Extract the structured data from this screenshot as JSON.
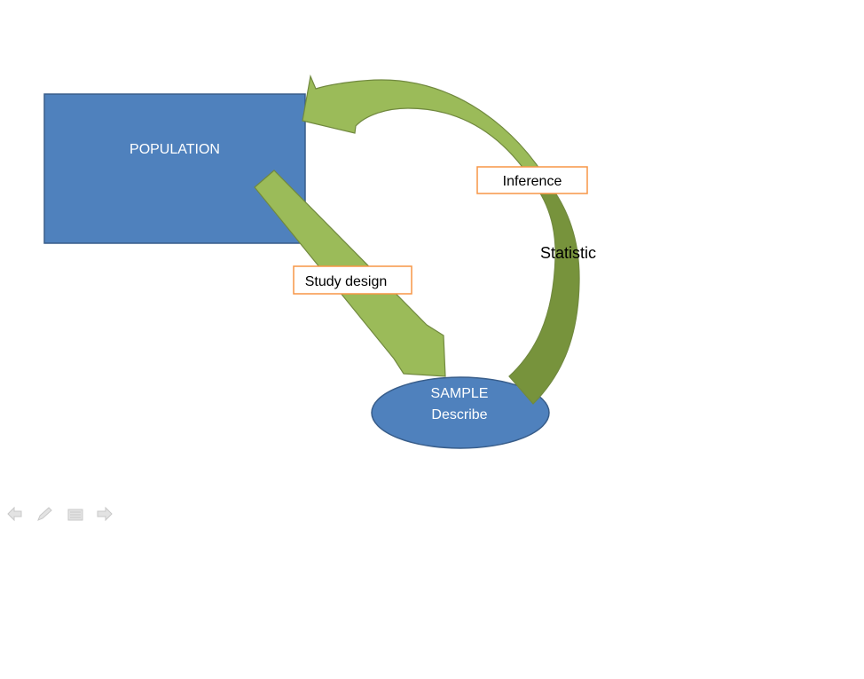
{
  "diagram": {
    "population_label": "POPULATION",
    "sample_label_line1": "SAMPLE",
    "sample_label_line2": "Describe",
    "study_design_label": "Study design",
    "inference_label": "Inference",
    "statistic_label": "Statistic"
  },
  "slideshow_controls": {
    "previous_icon": "arrow-left-icon",
    "pen_icon": "pen-icon",
    "menu_icon": "menu-icon",
    "next_icon": "arrow-right-icon"
  },
  "colors": {
    "box_fill": "#4F81BD",
    "box_stroke": "#385D8A",
    "arrow_light_green": "#9BBB59",
    "arrow_dark_green": "#77933C",
    "arrow_stroke": "#71893F",
    "label_border": "#F79646",
    "shape_text": "#FFFFFF",
    "label_text": "#000000",
    "nav_icon": "#C8C8C8"
  }
}
